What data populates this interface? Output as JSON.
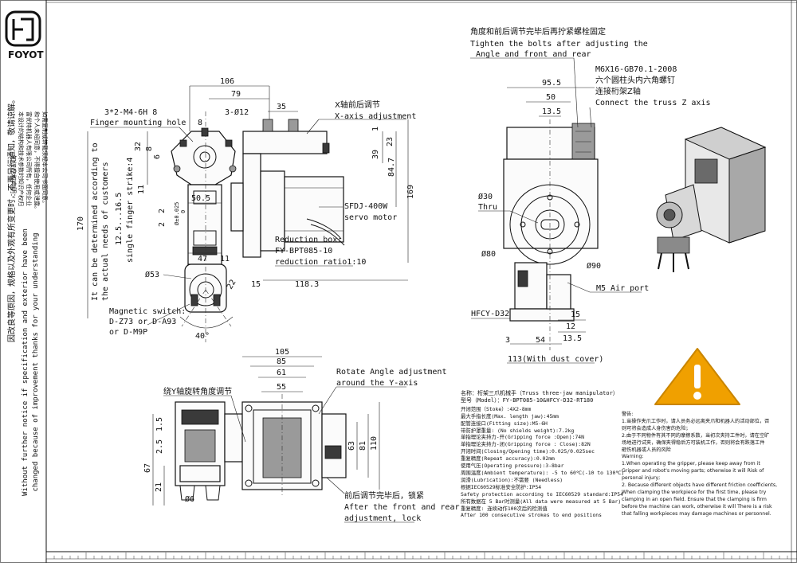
{
  "brand": {
    "name": "FOYOT"
  },
  "left_notes": {
    "title_cn": "知识产权声明：",
    "line1_cn": "本设计的结构和技术参数的知识产权归",
    "line2_cn": "富优特机器人有限公司所有，任何企业",
    "line3_cn": "和个人未经同意，不得擅自使用或泄露。",
    "line4_cn": "如需复制或转载须经本公司书面同意。",
    "cn_change": "因改良等原因，规格以及外观有所变更时，不再另行通知，敬请谅解。",
    "en_change_1": "Without further notice if specification and exterior have been",
    "en_change_2": "changed because of improvement thanks for your understanding"
  },
  "top_left_view": {
    "d106": "106",
    "d79": "79",
    "d35": "35",
    "d3_phi12": "3-Ø12",
    "holes_title": "3*2-M4-6H  8",
    "holes_sub": "Finger mounting hole",
    "d32": "32",
    "d8": "8",
    "d6": "6",
    "d11": "11",
    "d50_5": "50.5",
    "d2": "2",
    "tol_0_025": "Ø±0.025",
    "tol_0": "0",
    "d2b": "2",
    "stroke_range": "12.5...16.5",
    "stroke_label": "single finger strike:4",
    "d170": "170",
    "det1": "It can be determined according to",
    "det2": "the actual needs of customers",
    "d47": "47",
    "d11b": "11",
    "phi53": "Ø53",
    "d22": "22",
    "ang40": "40°",
    "mag_title": "Magnetic switch:",
    "mag1": "D-Z73 or D-A93",
    "mag2": "or D-M9P",
    "xaxis_cn": "X轴前后调节",
    "xaxis_en": "X-axis adjustment",
    "d1": "1",
    "d23": "23",
    "d39": "39",
    "d84_7": "84.7",
    "d169": "169",
    "servo1": "SFDJ-400W",
    "servo2": "servo motor",
    "red1": "Reduction box:",
    "red2": "FY-BPT085-10",
    "red3": "reduction ratio1:10",
    "d15": "15",
    "d118_3": "118.3"
  },
  "top_mid_view": {
    "note_cn": "角度和前后调节完毕后再拧紧螺栓固定",
    "note_en1": "Tighten the bolts after adjusting the",
    "note_en2": "Angle and front and rear",
    "bolt1": "M6X16-GB70.1-2008",
    "bolt2_cn": "六个圆柱头内六角螺钉",
    "bolt3_cn": "连接桁架Z轴",
    "bolt4": "Connect the truss Z axis",
    "d95_5": "95.5",
    "d50": "50",
    "d13_5": "13.5",
    "phi30": "Ø30",
    "thru": "Thru",
    "phi80": "Ø80",
    "phi90": "Ø90",
    "air": "M5 Air port",
    "hfcy": "HFCY-D32",
    "d15": "15",
    "d12": "12",
    "d13_5b": "13.5",
    "d3": "3",
    "d54": "54",
    "d113": "113(With dust cover)"
  },
  "bottom_view": {
    "yaxis_cn": "绕Y轴旋转角度调节",
    "d105": "105",
    "d85": "85",
    "d61": "61",
    "d55": "55",
    "rot1": "Rotate Angle adjustment",
    "rot2": "around the Y-axis",
    "d1_5": "1.5",
    "d2_5": "2.5",
    "d67": "67",
    "d21": "21",
    "phi6": "Ø6",
    "d63": "63",
    "d81": "81",
    "d110": "110",
    "lock_cn": "前后调节完毕后，锁紧",
    "lock_en1": "After the front and rear",
    "lock_en2": "adjustment, lock"
  },
  "specs": {
    "name": "名称：桁架三爪机械手（Truss three-jaw manipulator）",
    "model": "型号（Model）：FY-BPT085-10&HFCY-D32-RT180",
    "rows": [
      "开闭范围（Stoke）:4X2-8mm",
      "最大手指长度(Max. length jaw):45mm",
      "配管连接口(Fitting size):M5-6H",
      "带防护罩重量: (No shields weight):7.2kg",
      "单指理论夹持力-开(Gripping force :Open):74N",
      "单指理论夹持力-闭(Gripping force : Close):82N",
      "开闭时间(Closing/Opening time):0.025/0.025sec",
      "重复精度(Repeat accuracy):0.02mm",
      "使用气压(Operating pressure):3-8bar",
      "周围温度(Ambient temperature): -5 to 60℃(-10 to 130℃)",
      "润滑(Lubrication):不需要 (Needless)",
      "根据IEC60529标准安全防护:IP54",
      "Safety protection according to IEC60529 standard:IP54",
      "所有数据在 5 Bar时测量(All data were measured at  5 Bar)",
      "重复精度: 连续动作100次后的检测值",
      "After 100 consecutive strokes to end positions"
    ]
  },
  "warning": {
    "title": "警告:",
    "cn1": "1.当操作夹爪工作时，请人员务必远离夹爪和机器人的活动部位，否",
    "cn1b": "则可将会造成人身伤害的危险；",
    "cn2": "2.由于不同物件有其不同的摩擦系数，当初次夹持工件时，请在空旷",
    "cn2b": "场地进行试夹，确保夹得稳后方可装机工作，否则将会有跌落工件",
    "cn2c": "砸伤机器或人员的风险",
    "en_title": "Warning:",
    "en1": "1.When operating the gripper, please keep away from it",
    "en1b": "Gripper and robot's moving parts; otherwise it will Risk of",
    "en1c": "personal injury;",
    "en2": "2. Because different objects have different friction coefficients,",
    "en2b": "When clamping the workpiece for the first time, please try",
    "en2c": "clamping in an open field. Ensure that the clamping is firm",
    "en2d": "before the machine can work, otherwise it will There is a risk",
    "en2e": "that falling workpieces may damage machines or personnel."
  },
  "colors": {
    "warning_orange": "#f0a000",
    "ink": "#111111",
    "paper": "#ffffff"
  }
}
